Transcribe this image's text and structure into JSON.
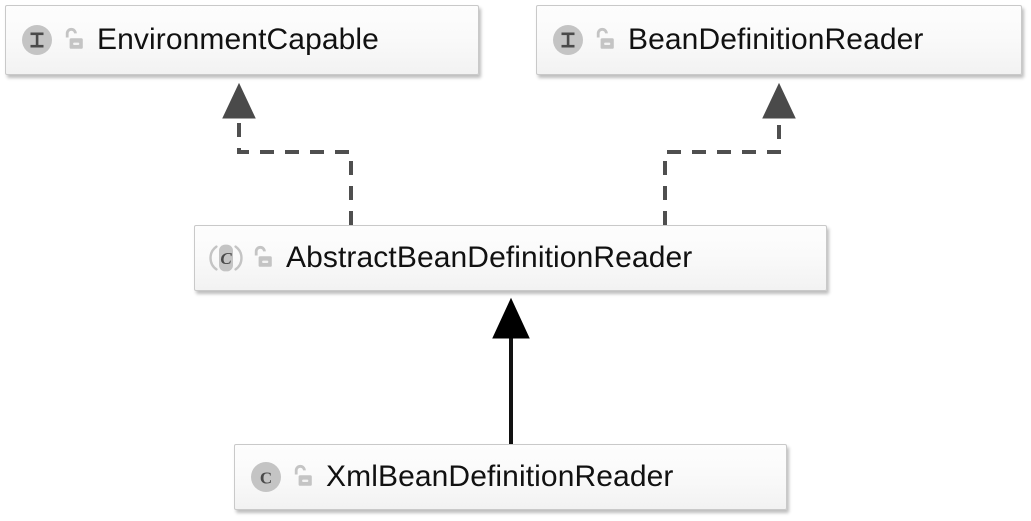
{
  "diagram": {
    "kind": "uml-class-hierarchy",
    "background_color": "#ffffff",
    "nodes": [
      {
        "id": "environment-capable",
        "name": "EnvironmentCapable",
        "stereotype": "interface",
        "type_icon": "interface-icon",
        "type_icon_letter": "I",
        "visibility_icon": "unlocked-padlock-icon",
        "visibility": "public",
        "icon_color": "#c4c4c4",
        "icon_letter_color": "#4a4a4a",
        "border_color": "#c9c9c9",
        "fill_color": "#fafafa"
      },
      {
        "id": "bean-definition-reader",
        "name": "BeanDefinitionReader",
        "stereotype": "interface",
        "type_icon": "interface-icon",
        "type_icon_letter": "I",
        "visibility_icon": "unlocked-padlock-icon",
        "visibility": "public",
        "icon_color": "#c4c4c4",
        "icon_letter_color": "#4a4a4a",
        "border_color": "#c9c9c9",
        "fill_color": "#fafafa"
      },
      {
        "id": "abstract-bean-definition-reader",
        "name": "AbstractBeanDefinitionReader",
        "stereotype": "abstract-class",
        "type_icon": "abstract-class-icon",
        "type_icon_letter": "C",
        "visibility_icon": "unlocked-padlock-icon",
        "visibility": "public",
        "icon_color": "#c4c4c4",
        "icon_letter_color": "#4a4a4a",
        "border_color": "#c9c9c9",
        "fill_color": "#fafafa"
      },
      {
        "id": "xml-bean-definition-reader",
        "name": "XmlBeanDefinitionReader",
        "stereotype": "class",
        "type_icon": "class-icon",
        "type_icon_letter": "C",
        "visibility_icon": "unlocked-padlock-icon",
        "visibility": "public",
        "icon_color": "#c4c4c4",
        "icon_letter_color": "#4a4a4a",
        "border_color": "#c9c9c9",
        "fill_color": "#fafafa"
      }
    ],
    "edges": [
      {
        "id": "realization-abstract-to-environment-capable",
        "from": "abstract-bean-definition-reader",
        "to": "environment-capable",
        "relation": "realization",
        "line_style": "dashed",
        "arrow_head": "filled-triangle",
        "color": "#4f4f4f"
      },
      {
        "id": "realization-abstract-to-bean-definition-reader",
        "from": "abstract-bean-definition-reader",
        "to": "bean-definition-reader",
        "relation": "realization",
        "line_style": "dashed",
        "arrow_head": "filled-triangle",
        "color": "#4f4f4f"
      },
      {
        "id": "generalization-xml-to-abstract",
        "from": "xml-bean-definition-reader",
        "to": "abstract-bean-definition-reader",
        "relation": "generalization",
        "line_style": "solid",
        "arrow_head": "filled-triangle",
        "color": "#000000"
      }
    ]
  }
}
